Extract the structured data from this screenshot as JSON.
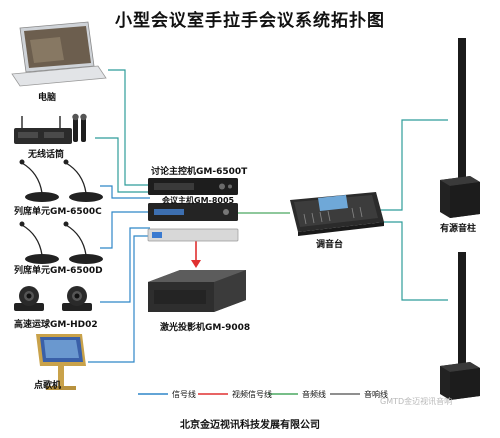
{
  "title": "小型会议室手拉手会议系统拓扑图",
  "devices": {
    "computer": "电脑",
    "wireless_mic": "无线话筒",
    "delegate_unit_c": "列席单元GM-6500C",
    "delegate_unit_d": "列席单元GM-6500D",
    "ptz_camera": "高速运球GM-HD02",
    "kiosk": "点歌机",
    "chairman_controller": "讨论主控机GM-6500T",
    "conference_host": "会议主机GM-8005",
    "laser_projector": "激光投影机GM-9008",
    "mixer": "调音台",
    "speaker_column": "有源音柱"
  },
  "legend": [
    {
      "label": "信号线",
      "color": "#2e86c8"
    },
    {
      "label": "视频信号线",
      "color": "#e03030"
    },
    {
      "label": "音频线",
      "color": "#4aa860"
    },
    {
      "label": "音响线",
      "color": "#6a6a6a"
    }
  ],
  "footer": "北京金迈视讯科技发展有限公司",
  "watermark": "GMTD金迈视讯音响"
}
